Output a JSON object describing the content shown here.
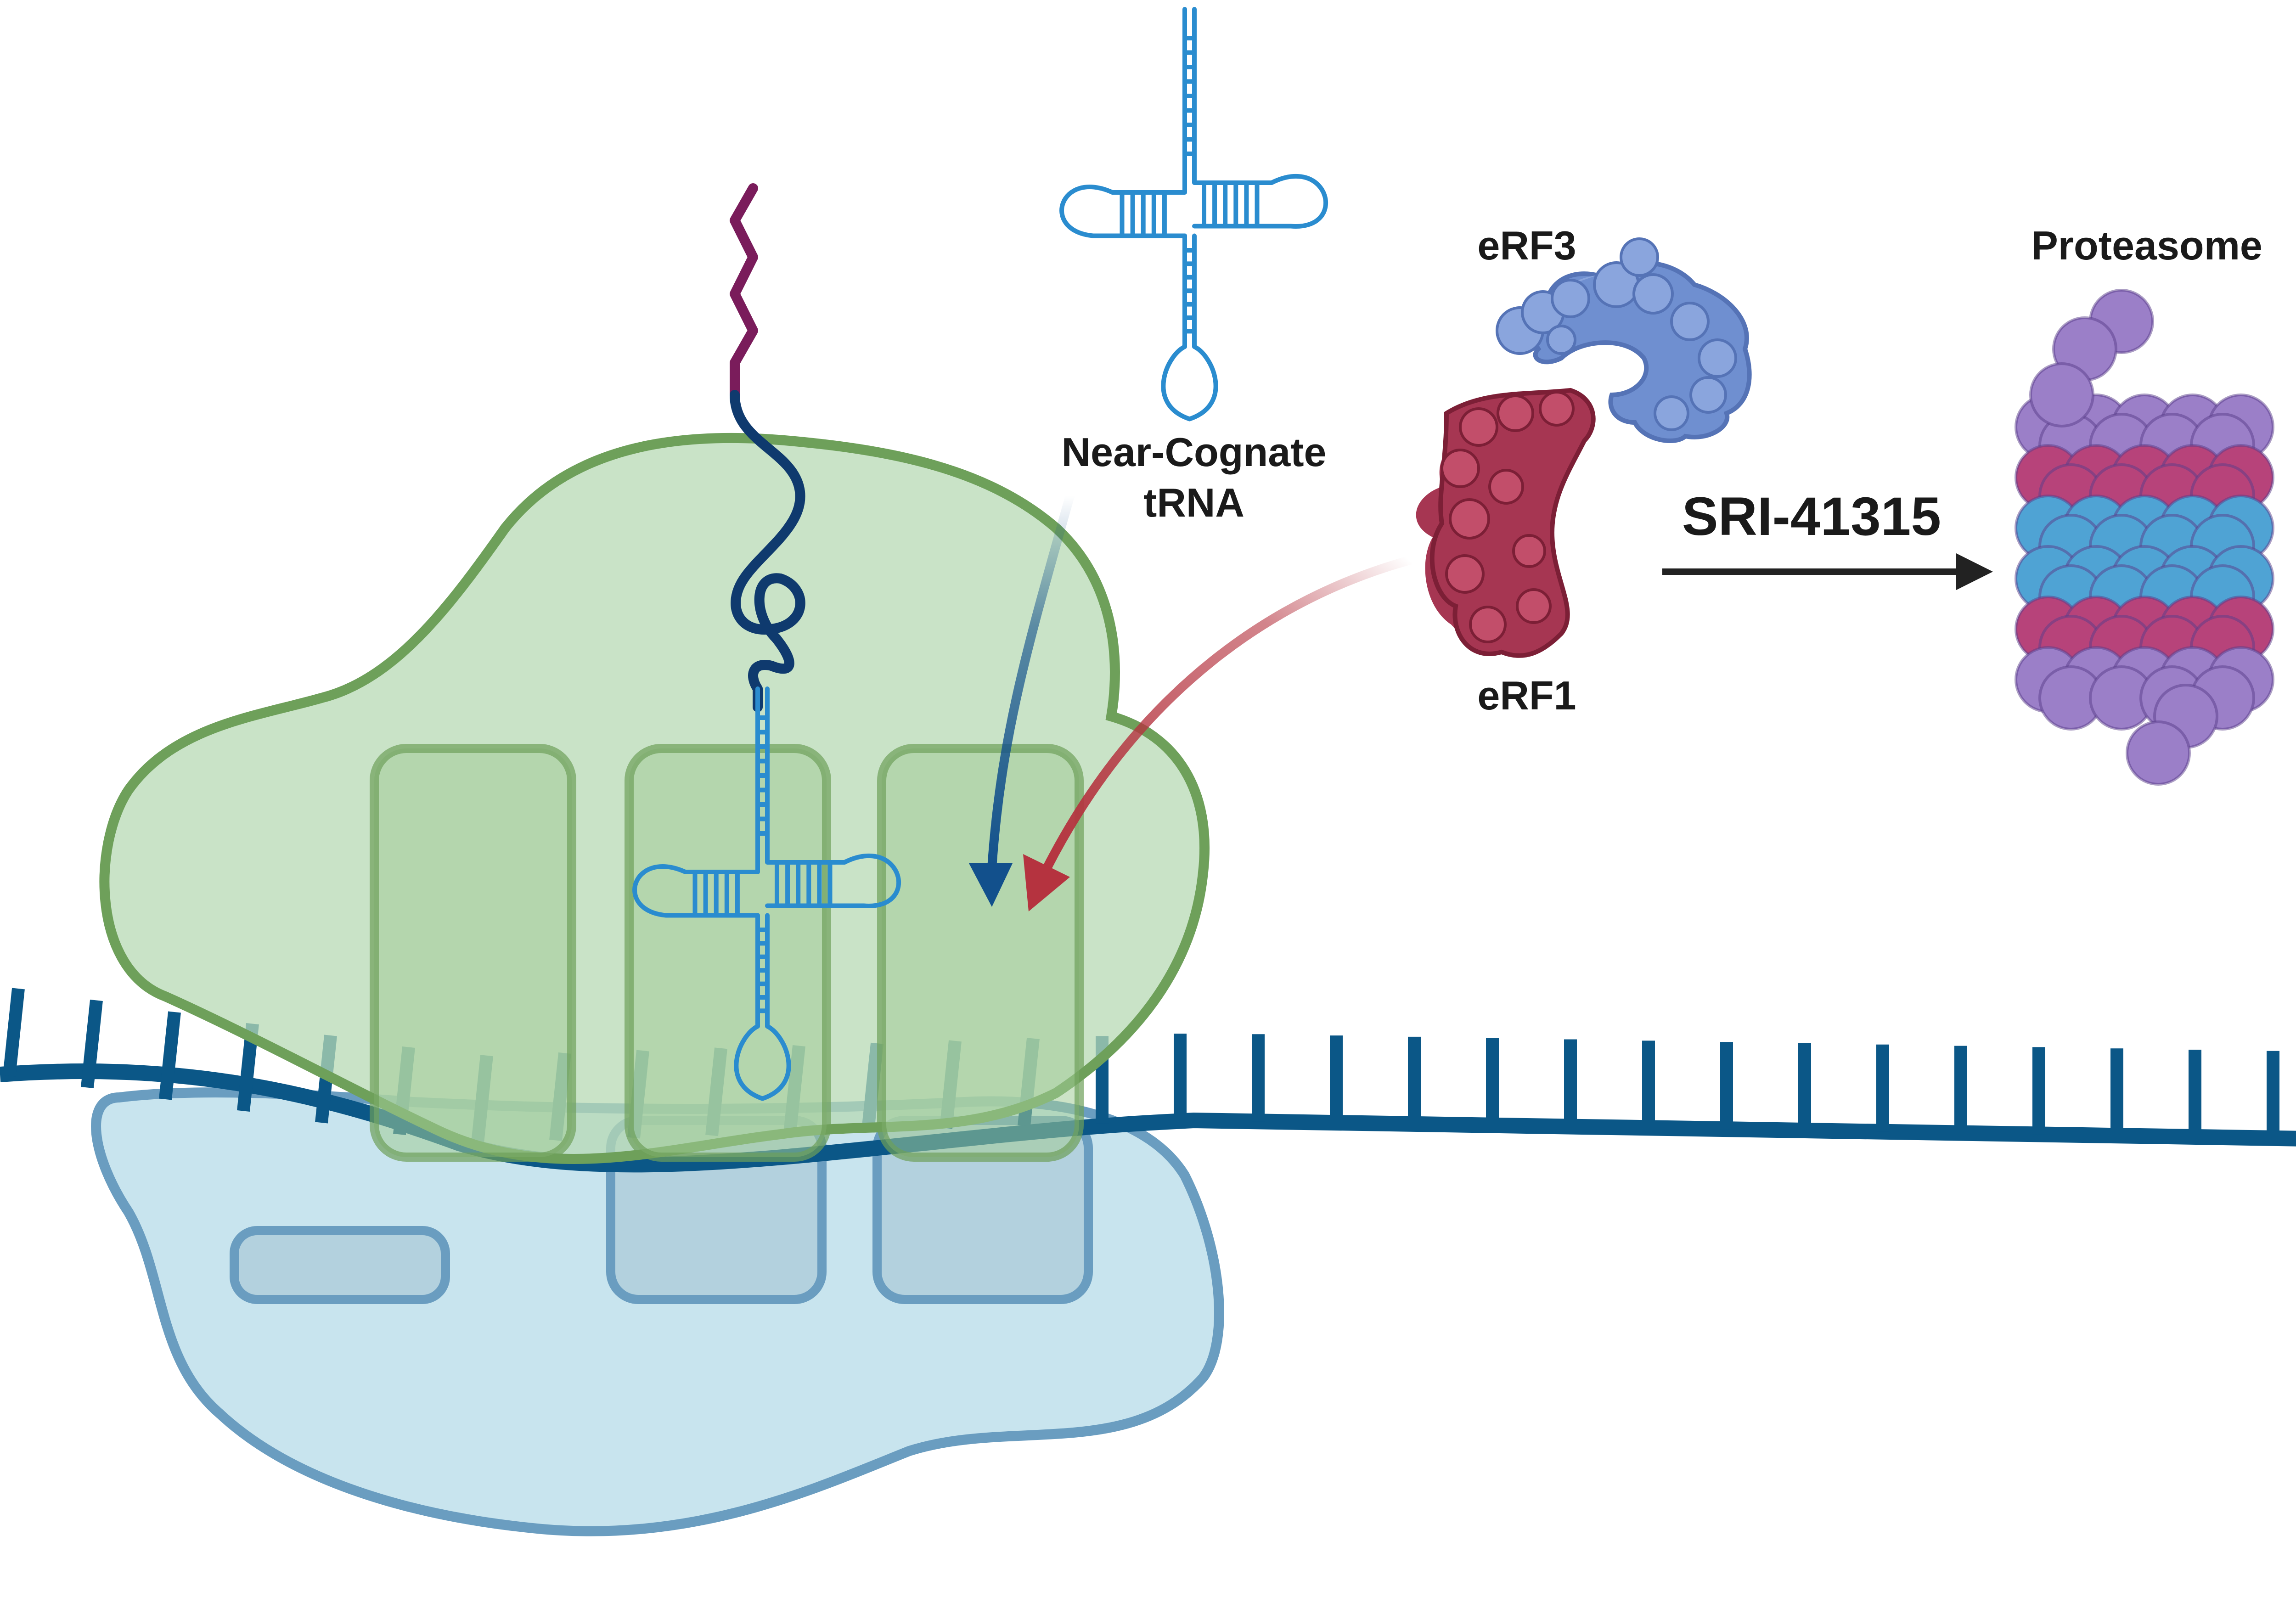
{
  "labels": {
    "trna_line1": "Near-Cognate",
    "trna_line2": "tRNA",
    "erf3": "eRF3",
    "erf1": "eRF1",
    "proteasome": "Proteasome",
    "drug": "SRI-41315"
  },
  "colors": {
    "mrna": "#0b5787",
    "large_subunit_fill": "#c9e3c8",
    "large_subunit_stroke": "#6ea05a",
    "small_subunit_fill": "#c8e4ee",
    "small_subunit_stroke": "#6a9dc0",
    "trna": "#2a8ccf",
    "peptide_chain": "#0f3a6e",
    "peptide_tip": "#7a1c5b",
    "erf1": "#a63652",
    "erf3": "#6f8fd0",
    "proteasome_purple": "#9b7fc8",
    "proteasome_magenta": "#b7437a",
    "proteasome_blue": "#4fa3d4",
    "red_arrow": "#b5333f",
    "blue_arrow": "#12508c",
    "drug_arrow": "#222222"
  },
  "icons": [
    "ribosome",
    "mrna-strand",
    "trna",
    "erf1-protein",
    "erf3-protein",
    "proteasome"
  ]
}
